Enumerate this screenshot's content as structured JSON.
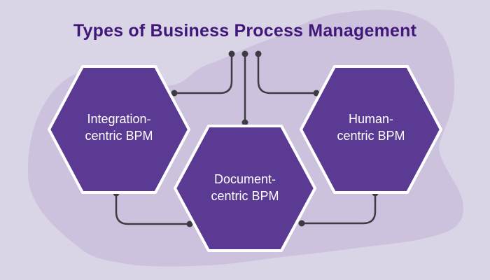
{
  "title": {
    "text": "Types of Business Process Management"
  },
  "diagram": {
    "nodes": [
      {
        "id": "integration-centric",
        "line1": "Integration-",
        "line2": "centric BPM",
        "full_label": "Integration-centric BPM",
        "shape": "hexagon"
      },
      {
        "id": "document-centric",
        "line1": "Document-",
        "line2": "centric BPM",
        "full_label": "Document-centric BPM",
        "shape": "hexagon"
      },
      {
        "id": "human-centric",
        "line1": "Human-",
        "line2": "centric BPM",
        "full_label": "Human-centric BPM",
        "shape": "hexagon"
      }
    ],
    "connectors": [
      {
        "from": "top-hub",
        "to": "integration-centric"
      },
      {
        "from": "top-hub",
        "to": "document-centric"
      },
      {
        "from": "top-hub",
        "to": "human-centric"
      },
      {
        "from": "integration-centric",
        "to": "document-centric"
      },
      {
        "from": "human-centric",
        "to": "document-centric"
      }
    ]
  },
  "colors": {
    "background": "#d9d4e6",
    "background_blob": "#cdc2de",
    "hexagon_fill": "#5a3a92",
    "hexagon_border": "#ffffff",
    "title_text": "#41187a",
    "label_text": "#ffffff",
    "connector": "#3c3c42"
  }
}
